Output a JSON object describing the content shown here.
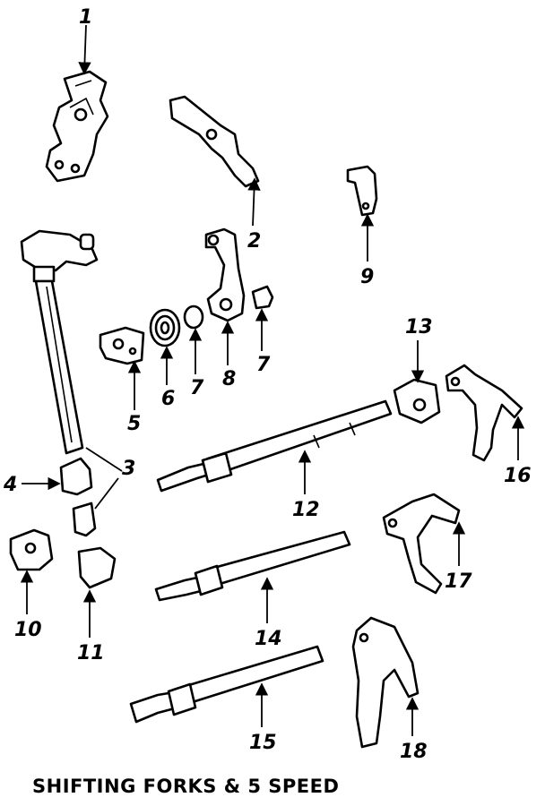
{
  "caption": "SHIFTING FORKS & 5 SPEED",
  "callouts": [
    "1",
    "2",
    "3",
    "4",
    "5",
    "6",
    "7",
    "7",
    "8",
    "9",
    "10",
    "11",
    "12",
    "13",
    "14",
    "15",
    "16",
    "17",
    "18"
  ]
}
